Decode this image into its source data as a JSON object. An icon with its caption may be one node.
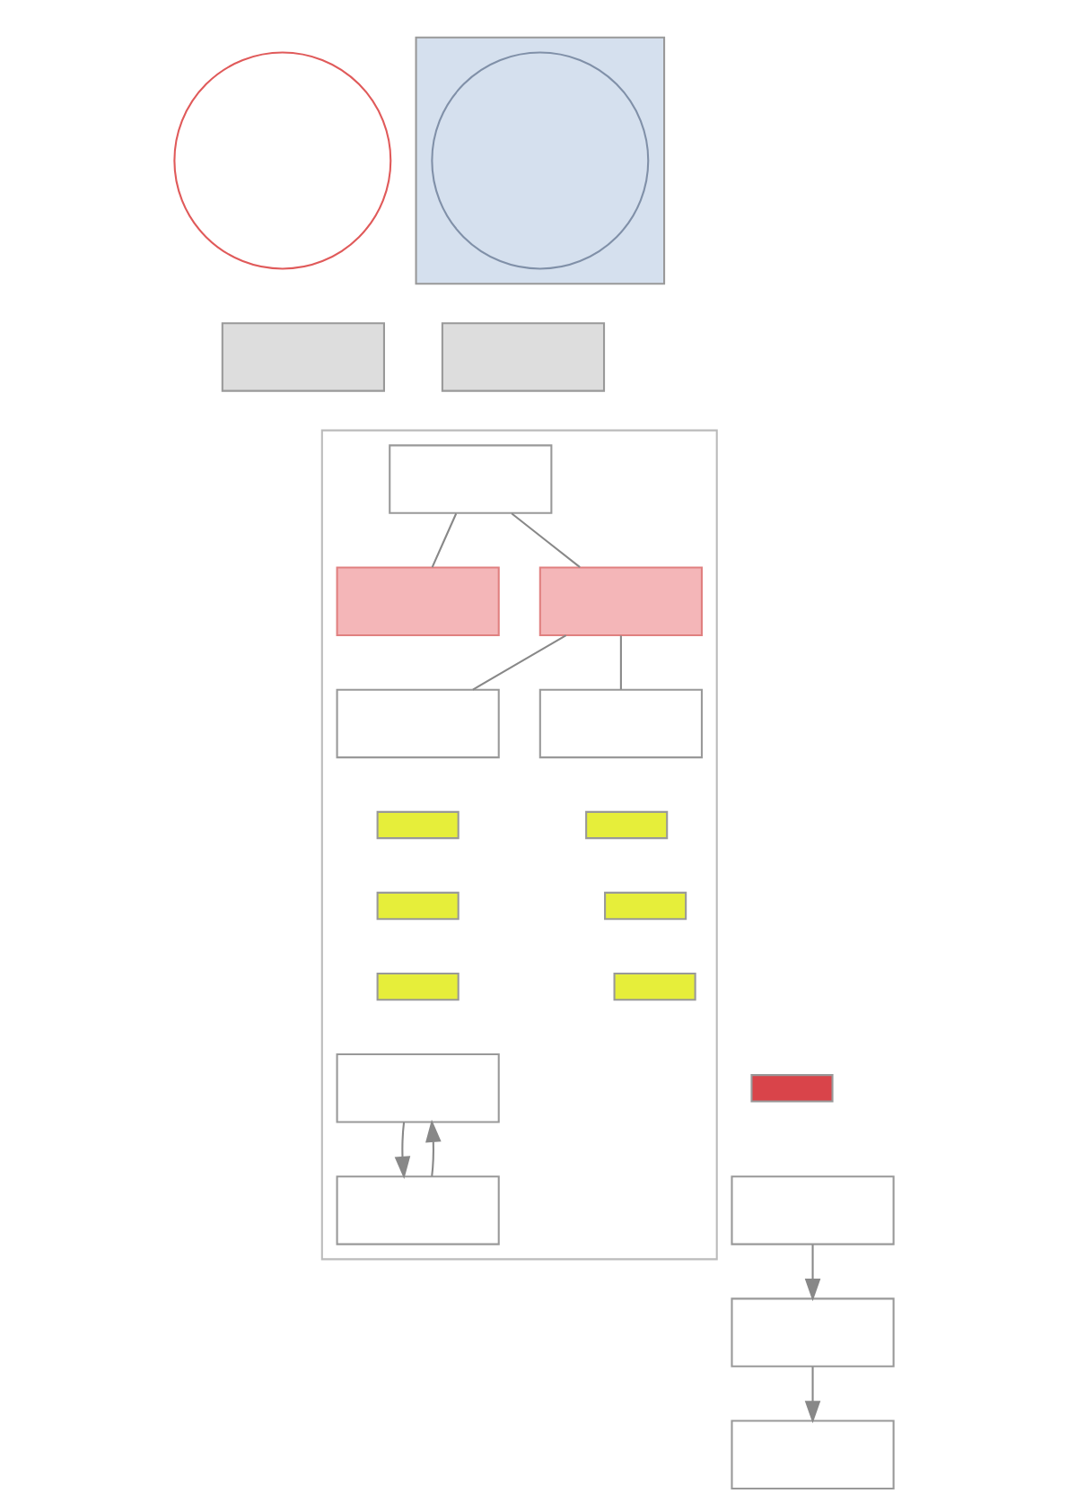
{
  "diagram": {
    "nodes": [
      {
        "text": [],
        "shape": "circle"
      },
      {
        "text": [],
        "shape": "box"
      },
      {
        "text": [],
        "shape": "circle",
        "in": 1
      },
      {
        "text": [],
        "shape": "box"
      },
      {
        "text": [],
        "shape": "box"
      },
      {
        "text": [],
        "shape": "box"
      },
      {
        "text": [],
        "shape": "box",
        "in": 5
      },
      {
        "text": [],
        "shape": "box",
        "in": 5
      },
      {
        "text": [],
        "shape": "box",
        "in": 5
      },
      {
        "text": [],
        "shape": "box",
        "in": 5
      },
      {
        "text": [],
        "shape": "bar",
        "in": 5
      },
      {
        "text": [],
        "shape": "bar",
        "in": 5
      },
      {
        "text": [],
        "shape": "bar",
        "in": 5
      },
      {
        "text": [],
        "shape": "box",
        "in": 5
      },
      {
        "text": [],
        "shape": "bar",
        "in": 5
      },
      {
        "text": [],
        "shape": "bar",
        "in": 5
      },
      {
        "text": [],
        "shape": "bar",
        "in": 5
      },
      {
        "text": [],
        "shape": "box",
        "in": 5
      },
      {
        "text": [],
        "shape": "box",
        "in": 5
      },
      {
        "text": [],
        "shape": "bar"
      },
      {
        "text": [],
        "shape": "box"
      },
      {
        "text": [],
        "shape": "box"
      },
      {
        "text": [],
        "shape": "box"
      }
    ],
    "edges": [
      {
        "from": 6,
        "to": 7,
        "arrow": "none"
      },
      {
        "from": 6,
        "to": 8,
        "arrow": "none"
      },
      {
        "from": 8,
        "to": 9,
        "arrow": "none"
      },
      {
        "from": 8,
        "to": 13,
        "arrow": "none"
      },
      {
        "from": 17,
        "to": 18,
        "arrow": "to"
      },
      {
        "from": 18,
        "to": 17,
        "arrow": "to"
      },
      {
        "from": 20,
        "to": 21,
        "arrow": "to"
      },
      {
        "from": 21,
        "to": 22,
        "arrow": "to"
      }
    ]
  }
}
